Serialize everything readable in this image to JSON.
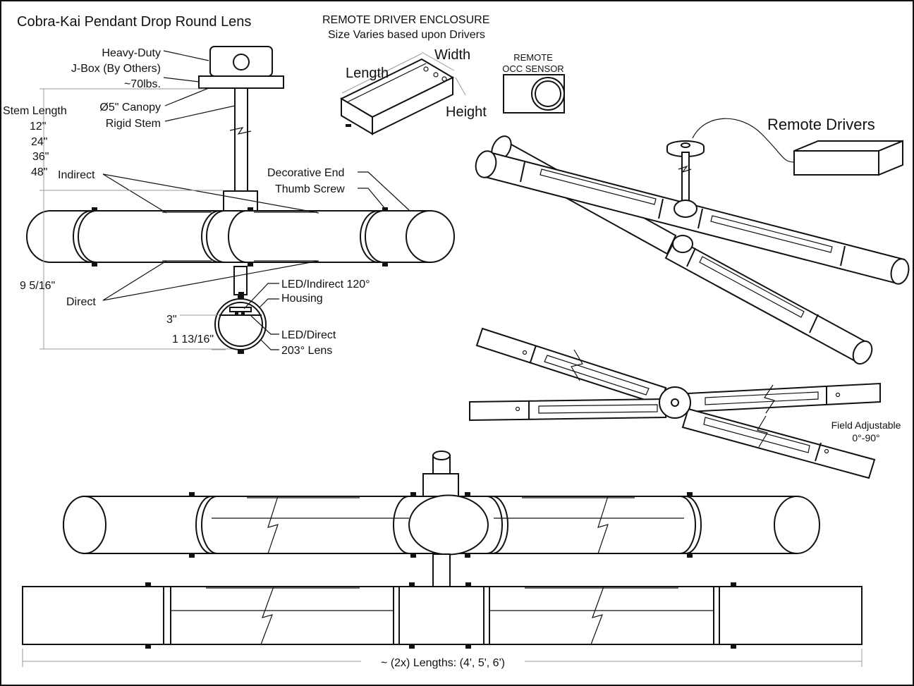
{
  "title": "Cobra-Kai Pendant Drop Round Lens",
  "side_view": {
    "jbox_label": [
      "Heavy-Duty",
      "J-Box (By Others)",
      "~70lbs."
    ],
    "canopy_label": "Ø5\" Canopy",
    "stem_label": "Rigid Stem",
    "stem_length_title": "Stem Length",
    "stem_lengths": [
      "12\"",
      "24\"",
      "36\"",
      "48\""
    ],
    "indirect_label": "Indirect",
    "direct_label": "Direct",
    "end_label": "Decorative End",
    "screw_label": "Thumb Screw",
    "height_dim": "9 5/16\""
  },
  "section_view": {
    "led_indirect_label": "LED/Indirect 120°",
    "housing_label": "Housing",
    "led_direct_label": "LED/Direct",
    "lens_label": "203° Lens",
    "dim_3": "3\"",
    "dim_diameter": "1 13/16\""
  },
  "driver": {
    "title": "REMOTE DRIVER ENCLOSURE",
    "subtitle": "Size Varies based upon Drivers",
    "length_label": "Length",
    "width_label": "Width",
    "height_label": "Height"
  },
  "sensor": {
    "label_line1": "REMOTE",
    "label_line2": "OCC SENSOR"
  },
  "iso_view": {
    "remote_drivers_label": "Remote Drivers"
  },
  "top_view": {
    "field_label_line1": "Field Adjustable",
    "field_label_line2": "0°-90°"
  },
  "bottom_view": {
    "lengths_label": "~ (2x) Lengths: (4', 5', 6')"
  }
}
